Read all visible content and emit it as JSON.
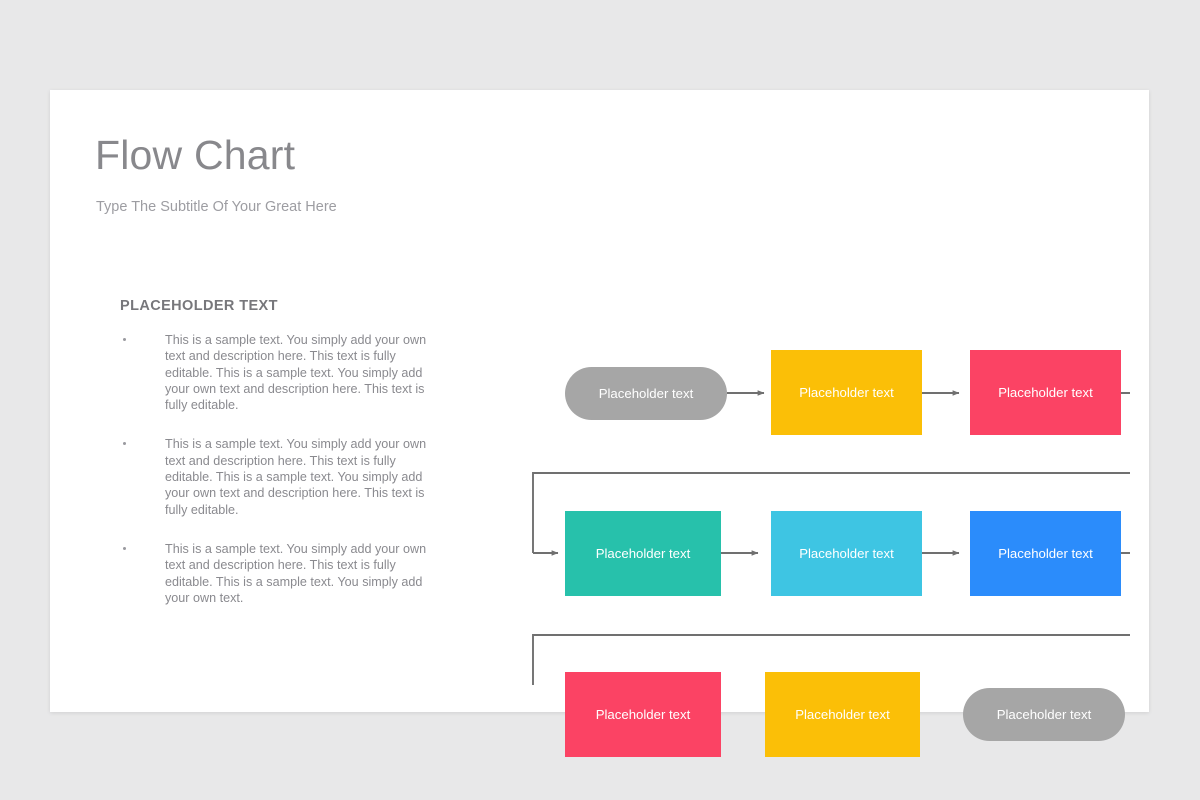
{
  "background_color": "#e8e8e9",
  "card": {
    "background_color": "#ffffff"
  },
  "header": {
    "title": "Flow Chart",
    "subtitle": "Type The Subtitle Of Your Great Here",
    "title_color": "#88888c",
    "subtitle_color": "#9d9da2"
  },
  "left_panel": {
    "heading": "PLACEHOLDER TEXT",
    "bullets": [
      "This is a sample text. You simply add your own text and description here. This text is fully editable. This is a sample text. You simply add your own text and description here. This text is fully editable.",
      "This is a sample text. You simply add your own text and description here. This text is fully editable. This is a sample text. You simply add your own text and description here. This text is fully editable.",
      "This is a sample text. You simply add your own text and description here. This text is fully editable. This is a sample text. You simply add your own text."
    ]
  },
  "flowchart": {
    "connector_color": "#707070",
    "rows": [
      {
        "nodes": [
          {
            "label": "Placeholder text",
            "color": "#a6a6a6",
            "shape": "pill"
          },
          {
            "label": "Placeholder text",
            "color": "#fbbf07",
            "shape": "rect"
          },
          {
            "label": "Placeholder text",
            "color": "#fb4364",
            "shape": "rect"
          }
        ]
      },
      {
        "nodes": [
          {
            "label": "Placeholder text",
            "color": "#27c1ab",
            "shape": "rect"
          },
          {
            "label": "Placeholder text",
            "color": "#3ec5e3",
            "shape": "rect"
          },
          {
            "label": "Placeholder text",
            "color": "#2b8cfb",
            "shape": "rect"
          }
        ]
      },
      {
        "nodes": [
          {
            "label": "Placeholder text",
            "color": "#fb4364",
            "shape": "rect"
          },
          {
            "label": "Placeholder text",
            "color": "#fbbf07",
            "shape": "rect"
          },
          {
            "label": "Placeholder text",
            "color": "#a6a6a6",
            "shape": "pill"
          }
        ]
      }
    ]
  }
}
